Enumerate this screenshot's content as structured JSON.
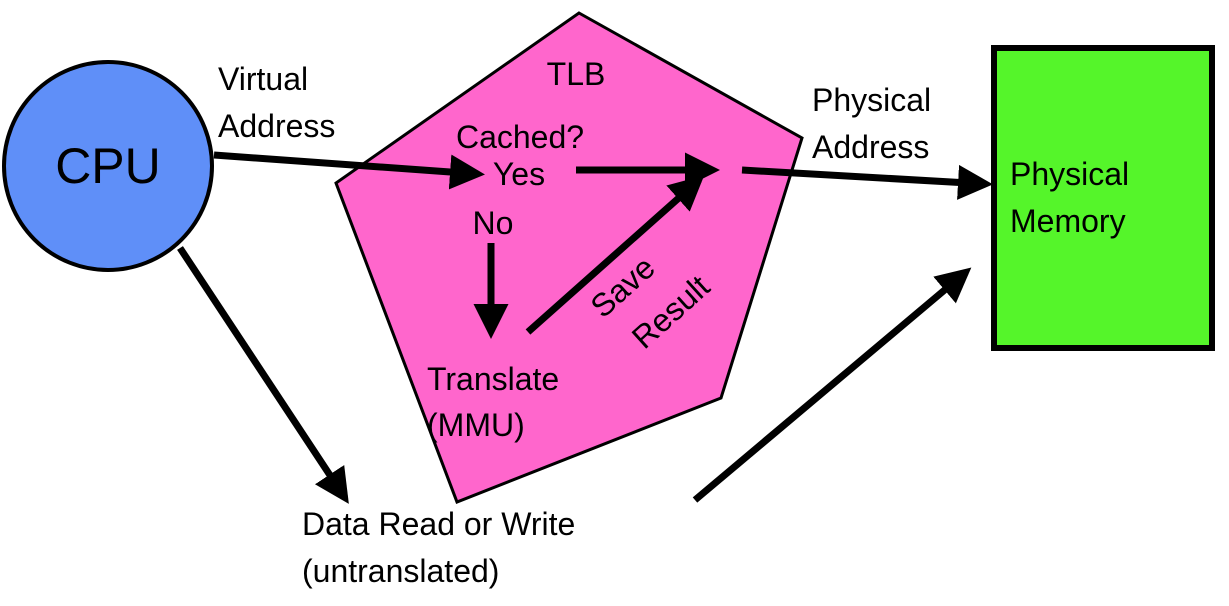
{
  "cpu": {
    "label": "CPU",
    "fill": "#5f8ff8"
  },
  "tlb": {
    "title": "TLB",
    "fill": "#ff66cc",
    "cached_label": "Cached?",
    "yes_label": "Yes",
    "no_label": "No",
    "translate_line1": "Translate",
    "translate_line2": "(MMU)",
    "save_line1": "Save",
    "save_line2": "Result"
  },
  "memory": {
    "label_line1": "Physical",
    "label_line2": "Memory",
    "fill": "#55f52a"
  },
  "labels": {
    "virtual_line1": "Virtual",
    "virtual_line2": "Address",
    "physical_line1": "Physical",
    "physical_line2": "Address",
    "data_line1": "Data Read or Write",
    "data_line2": "(untranslated)"
  }
}
